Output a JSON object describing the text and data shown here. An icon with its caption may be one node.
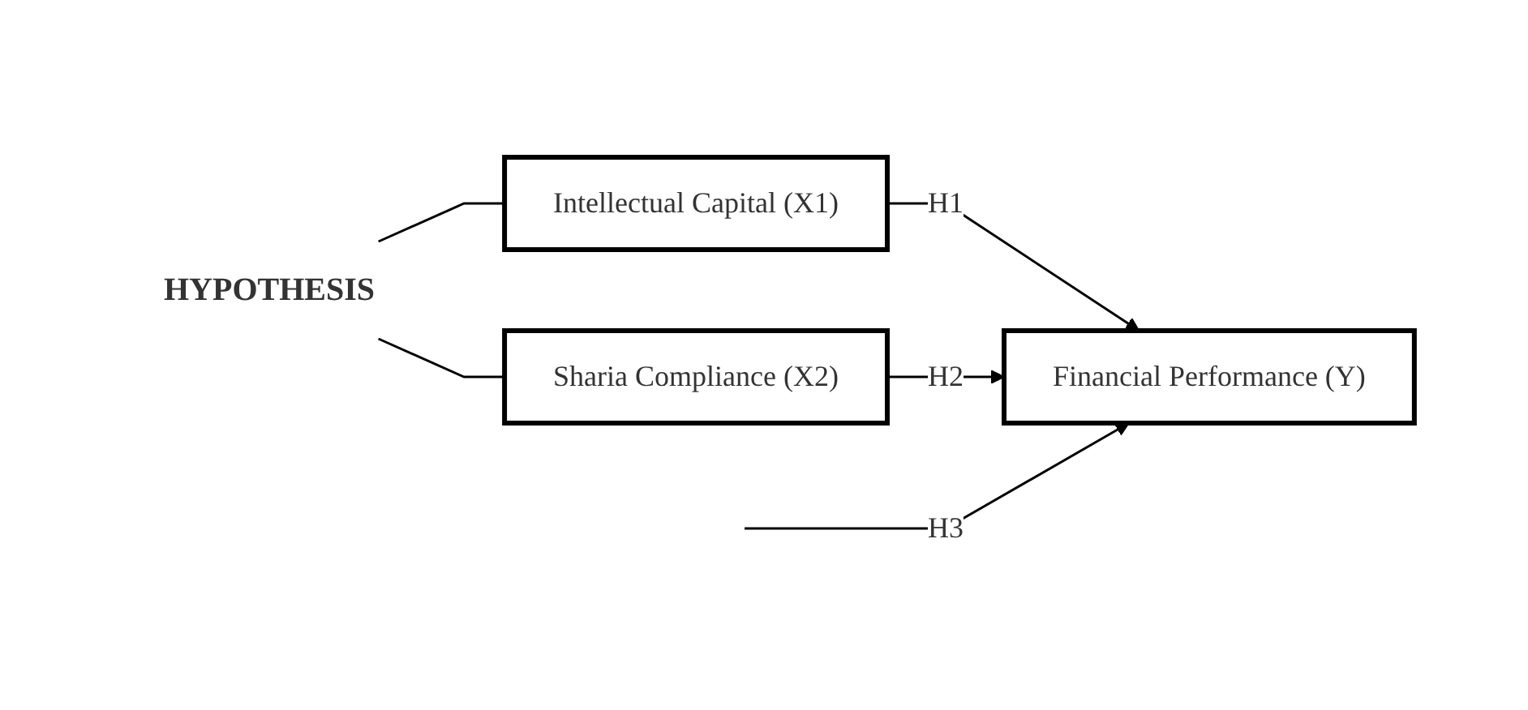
{
  "diagram": {
    "nodes": [
      {
        "text": [
          "Intellectual Capital (X1)"
        ]
      },
      {
        "text": [
          "Sharia Compliance (X2)"
        ]
      },
      {
        "text": [
          "Financial Performance (Y)"
        ]
      },
      {
        "text": [
          "HYPOTHESIS"
        ]
      }
    ],
    "edges": [
      {
        "from": 3,
        "to": 0,
        "arrow": "none"
      },
      {
        "from": 3,
        "to": 1,
        "arrow": "none"
      },
      {
        "from": 0,
        "to": 2,
        "label": "H1",
        "arrow": "to"
      },
      {
        "from": 1,
        "to": 2,
        "label": "H2",
        "arrow": "to"
      },
      {
        "from": null,
        "to": 2,
        "label": "H3",
        "arrow": "to"
      }
    ]
  }
}
